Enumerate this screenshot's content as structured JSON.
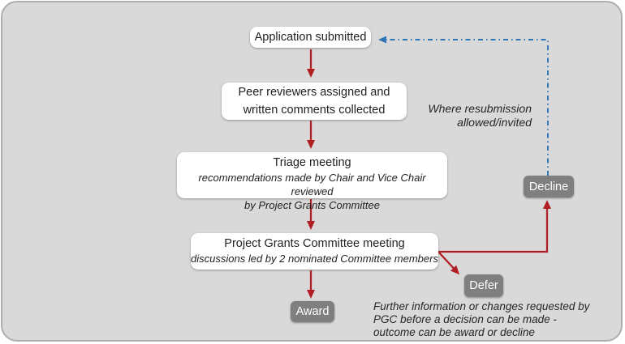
{
  "diagram": {
    "nodes": {
      "application": {
        "label": "Application submitted"
      },
      "peer_review": {
        "lines": [
          "Peer reviewers assigned and",
          "written comments collected"
        ]
      },
      "triage": {
        "title": "Triage meeting",
        "subtitle_lines": [
          "recommendations made by Chair and Vice Chair reviewed",
          "by Project Grants Committee"
        ]
      },
      "pgc": {
        "title": "Project Grants Committee meeting",
        "subtitle_lines": [
          "discussions led by 2 nominated Committee members"
        ]
      },
      "award": {
        "label": "Award"
      },
      "defer": {
        "label": "Defer"
      },
      "decline": {
        "label": "Decline"
      }
    },
    "annotations": {
      "resubmission_lines": [
        "Where resubmission",
        "allowed/invited"
      ],
      "defer_note_lines": [
        "Further information or changes requested by",
        "PGC before a decision can be made -",
        "outcome can be award or decline"
      ]
    },
    "colors": {
      "canvas_fill": "#d9d9d9",
      "canvas_border": "#aeaeae",
      "node_fill": "#ffffff",
      "outcome_fill": "#7f7f7f",
      "outcome_text": "#ffffff",
      "arrow_red": "#b01e23",
      "arrow_blue": "#2e75b6"
    }
  }
}
